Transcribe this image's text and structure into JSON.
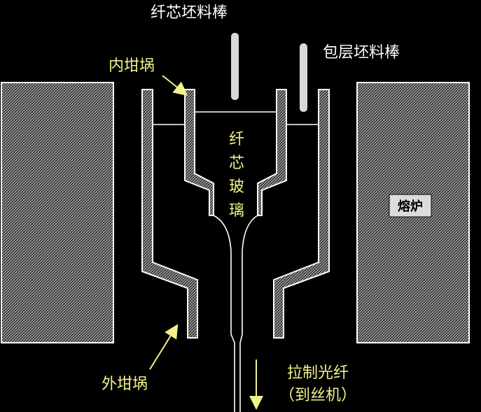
{
  "labels": {
    "core_rod": "纤芯坯料棒",
    "cladding_rod": "包层坯料棒",
    "inner_crucible": "内坩埚",
    "outer_crucible": "外坩埚",
    "furnace": "熔炉",
    "core_glass": [
      "纤",
      "芯",
      "玻",
      "璃"
    ],
    "draw_fiber_line1": "拉制光纤",
    "draw_fiber_line2": "（到丝机）"
  },
  "colors": {
    "background": "#000000",
    "outline": "#ffffff",
    "label_yellow": "#f2f28a",
    "rod_fill": "#d8d8d8"
  }
}
